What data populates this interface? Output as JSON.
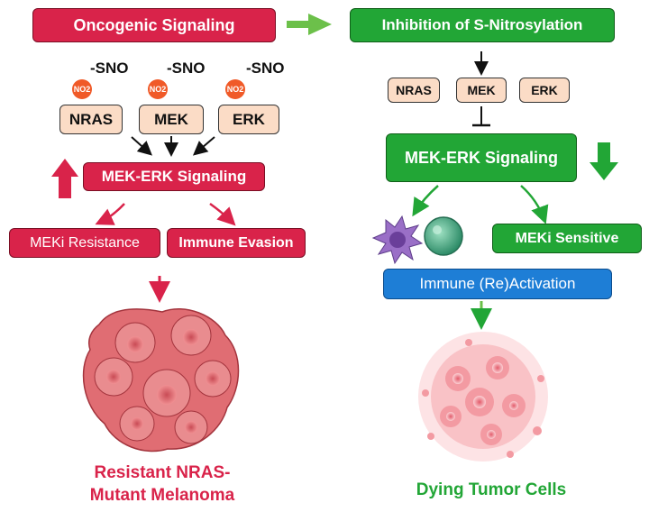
{
  "left": {
    "top_box": "Oncogenic Signaling",
    "sno_label": "-SNO",
    "no2_label": "NO2",
    "proteins": [
      "NRAS",
      "MEK",
      "ERK"
    ],
    "signaling": "MEK-ERK Signaling",
    "outcome_left": "MEKi Resistance",
    "outcome_right": "Immune Evasion",
    "caption_line1": "Resistant NRAS-",
    "caption_line2": "Mutant Melanoma"
  },
  "right": {
    "top_box": "Inhibition of S-Nitrosylation",
    "proteins": [
      "NRAS",
      "MEK",
      "ERK"
    ],
    "signaling": "MEK-ERK Signaling",
    "sensitive": "MEKi Sensitive",
    "immune": "Immune (Re)Activation",
    "caption": "Dying Tumor Cells"
  },
  "colors": {
    "red": "#d9234a",
    "green": "#22a636",
    "blue": "#1e7ed6",
    "peach": "#fbdcc6",
    "tumor": "#e06d73"
  }
}
